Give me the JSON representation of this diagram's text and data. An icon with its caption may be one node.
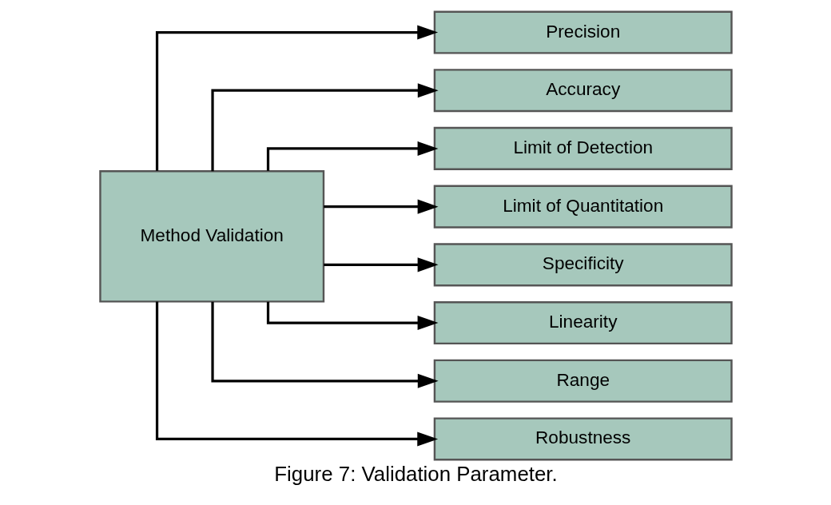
{
  "diagram": {
    "caption": "Figure 7: Validation Parameter.",
    "nodes": [
      {
        "text": [
          "Method Validation"
        ]
      },
      {
        "text": [
          "Precision"
        ]
      },
      {
        "text": [
          "Accuracy"
        ]
      },
      {
        "text": [
          "Limit of Detection"
        ]
      },
      {
        "text": [
          "Limit of Quantitation"
        ]
      },
      {
        "text": [
          "Specificity"
        ]
      },
      {
        "text": [
          "Linearity"
        ]
      },
      {
        "text": [
          "Range"
        ]
      },
      {
        "text": [
          "Robustness"
        ]
      }
    ],
    "edges": [
      {
        "from": 0,
        "to": 1,
        "arrow": "to"
      },
      {
        "from": 0,
        "to": 2,
        "arrow": "to"
      },
      {
        "from": 0,
        "to": 3,
        "arrow": "to"
      },
      {
        "from": 0,
        "to": 4,
        "arrow": "to"
      },
      {
        "from": 0,
        "to": 5,
        "arrow": "to"
      },
      {
        "from": 0,
        "to": 6,
        "arrow": "to"
      },
      {
        "from": 0,
        "to": 7,
        "arrow": "to"
      },
      {
        "from": 0,
        "to": 8,
        "arrow": "to"
      }
    ]
  }
}
